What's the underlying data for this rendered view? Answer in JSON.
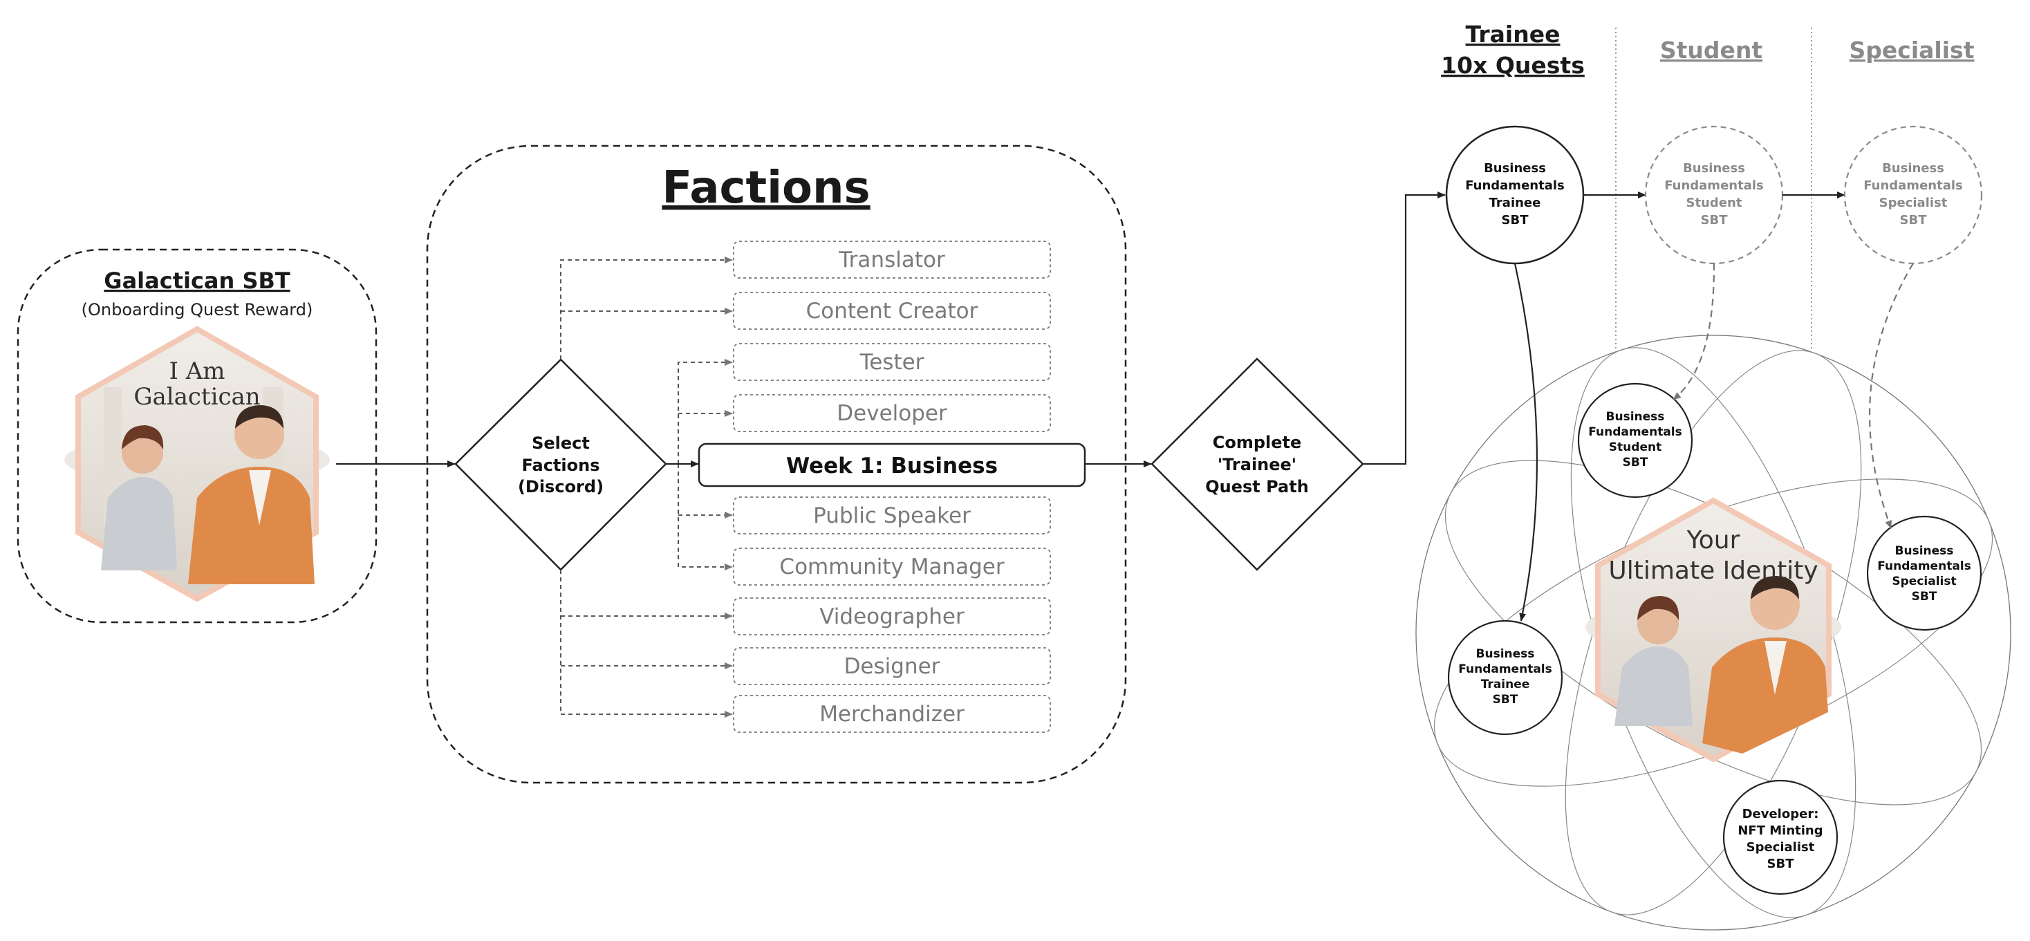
{
  "onboarding": {
    "title": "Galactican SBT",
    "subtitle": "(Onboarding Quest Reward)",
    "badge_line1": "I Am",
    "badge_line2": "Galactican"
  },
  "factions": {
    "title": "Factions",
    "decision": [
      "Select",
      "Factions",
      "(Discord)"
    ],
    "selected": "Week 1: Business",
    "items": [
      "Translator",
      "Content Creator",
      "Tester",
      "Developer",
      "Public Speaker",
      "Community Manager",
      "Videographer",
      "Designer",
      "Merchandizer"
    ]
  },
  "quest_decision": [
    "Complete",
    "'Trainee'",
    "Quest Path"
  ],
  "tiers": {
    "trainee": [
      "Trainee",
      "10x Quests"
    ],
    "student": "Student",
    "specialist": "Specialist"
  },
  "tier_nodes": {
    "trainee": [
      "Business",
      "Fundamentals",
      "Trainee",
      "SBT"
    ],
    "student": [
      "Business",
      "Fundamentals",
      "Student",
      "SBT"
    ],
    "specialist": [
      "Business",
      "Fundamentals",
      "Specialist",
      "SBT"
    ]
  },
  "identity": {
    "line1": "Your",
    "line2": "Ultimate Identity",
    "orbit_student": [
      "Business",
      "Fundamentals",
      "Student",
      "SBT"
    ],
    "orbit_specialist": [
      "Business",
      "Fundamentals",
      "Specialist",
      "SBT"
    ],
    "orbit_trainee": [
      "Business",
      "Fundamentals",
      "Trainee",
      "SBT"
    ],
    "orbit_developer": [
      "Developer:",
      "NFT Minting",
      "Specialist",
      "SBT"
    ]
  },
  "colors": {
    "ink": "#111111",
    "muted": "#7d7d7d",
    "badge_orange": "#e08a4a",
    "badge_frame": "#f3c9b6",
    "badge_bg": "#e9e4dd"
  }
}
